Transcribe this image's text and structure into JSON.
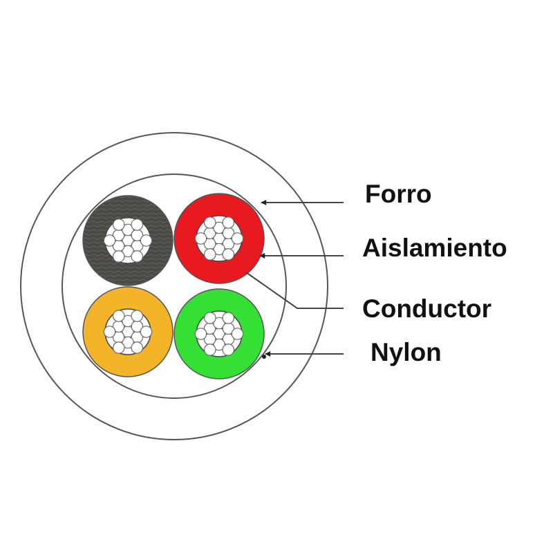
{
  "labels": {
    "forro": "Forro",
    "aislamiento": "Aislamiento",
    "conductor": "Conductor",
    "nylon": "Nylon"
  },
  "colors": {
    "outline": "#555555",
    "leader": "#444444",
    "text": "#111111",
    "conductor_fill": "#ffffff",
    "conductor_strand": "#666666",
    "wires": [
      "#4a4a4a",
      "#e8191f",
      "#f4b42a",
      "#35e035"
    ]
  },
  "wires": [
    {
      "name": "dark",
      "color": "#4a4a4a"
    },
    {
      "name": "red",
      "color": "#e8191f"
    },
    {
      "name": "yellow",
      "color": "#f4b42a"
    },
    {
      "name": "green",
      "color": "#35e035"
    }
  ]
}
